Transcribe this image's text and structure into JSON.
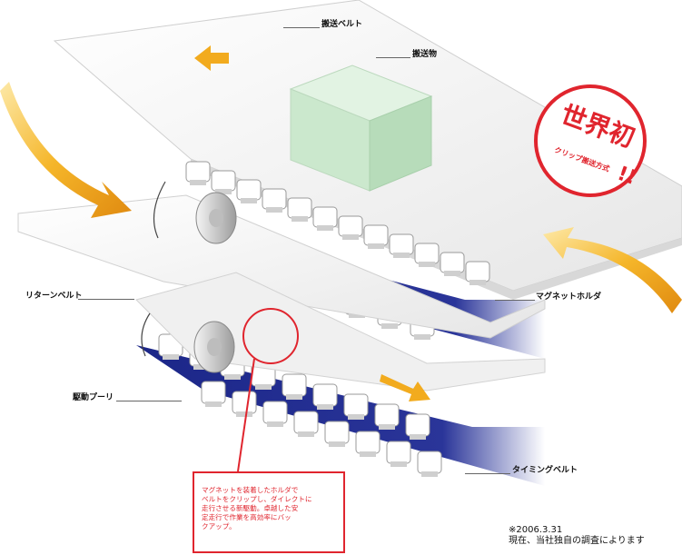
{
  "labels": {
    "transport_belt": "搬送ベルト",
    "transported_object": "搬送物",
    "return_belt": "リターンベルト",
    "drive_pulley": "駆動プーリ",
    "magnet_holder": "マグネットホルダ",
    "timing_belt": "タイミングベルト"
  },
  "stamp": {
    "main": "世界初",
    "sub": "クリップ搬送方式",
    "mark": "!!"
  },
  "note": {
    "text": "マグネットを装着したホルダで\nベルトをクリップし、ダイレクトに\n走行させる新駆動。卓越した安\n定走行で作業を高効率にバッ\nクアップ。"
  },
  "footnote": {
    "line1": "※2006.3.31",
    "line2": "現在、当社独自の調査によります"
  },
  "colors": {
    "belt_top": "#f4f4f4",
    "belt_edge": "#d2d2d2",
    "box_green": "#cdeacf",
    "timing_belt_blue": "#1e2a8c",
    "arrow_orange": "#f0a81c",
    "accent_red": "#e0252e"
  }
}
